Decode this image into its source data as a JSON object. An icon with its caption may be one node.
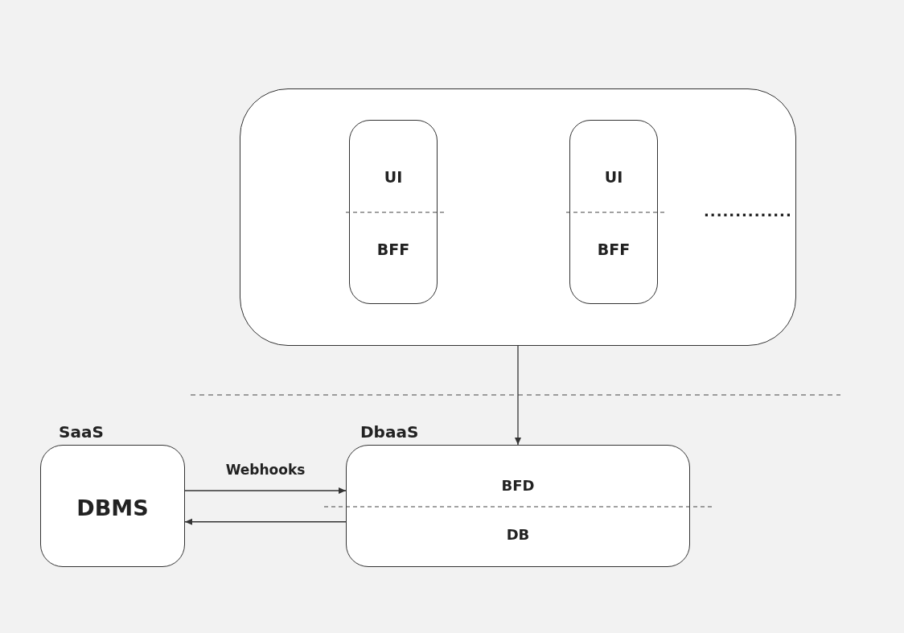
{
  "diagram": {
    "nodes": [
      {
        "text": [],
        "shape": "box"
      },
      {
        "text": [
          "UI",
          "BFF"
        ],
        "in": 0
      },
      {
        "text": [
          "UI",
          "BFF"
        ],
        "in": 0
      },
      {
        "text": [
          "SaaS",
          "DBMS"
        ]
      },
      {
        "text": [
          "DbaaS",
          "BFD",
          "DB"
        ]
      }
    ],
    "edges": [
      {
        "from": 0,
        "to": 4,
        "arrow": "to"
      },
      {
        "from": 3,
        "to": 4,
        "arrow": "to",
        "label": "Webhooks"
      },
      {
        "from": 4,
        "to": 3,
        "arrow": "to"
      }
    ],
    "labels": [
      ".............."
    ]
  }
}
